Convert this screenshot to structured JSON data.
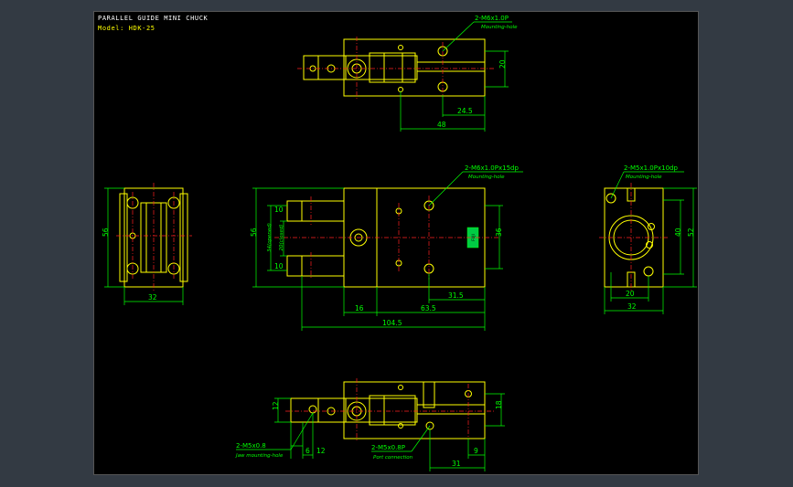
{
  "header": {
    "title": "PARALLEL GUIDE MINI CHUCK",
    "model": "Model: HDK-25"
  },
  "dims": {
    "d20_top": "20",
    "d24_5": "24.5",
    "d48": "48",
    "d56_left": "56",
    "d32_left": "32",
    "d56_front": "56",
    "d34": "34(opened)",
    "d20c": "20(closed)",
    "d10a": "10",
    "d10b": "10",
    "d36": "36",
    "d31_5": "31.5",
    "d16": "16",
    "d63_5": "63.5",
    "d104_5": "104.5",
    "d40": "40",
    "d52": "52",
    "d20_right": "20",
    "d32_right": "32",
    "d12_left": "12",
    "d6": "6",
    "d12_bot": "12",
    "d18": "18",
    "d9": "9",
    "d31": "31"
  },
  "annotations": {
    "top_hole": "2-M6x1.0P",
    "top_hole_sub": "Mounting-hole",
    "front_hole": "2-M6x1.0Px15dp",
    "front_hole_sub": "Mounting-hole",
    "right_hole": "2-M5x1.0Px10dp",
    "right_hole_sub": "Mounting-hole",
    "bot_left": "2-M5x0.8",
    "bot_left_sub": "Jaw mounting-hole",
    "bot_port": "2-M5x0.8P",
    "bot_port_sub": "Port connection",
    "body_label": "FUJI"
  }
}
